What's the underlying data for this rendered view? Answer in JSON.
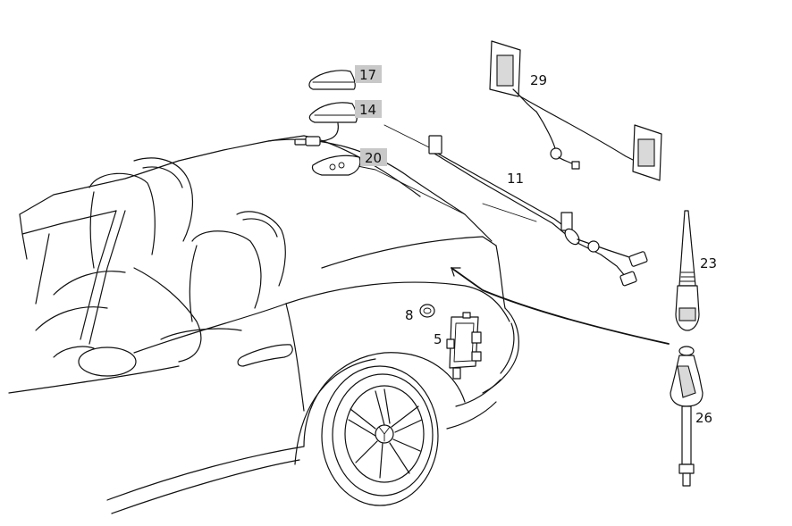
{
  "callouts": {
    "c17": "17",
    "c14": "14",
    "c20": "20",
    "c29": "29",
    "c11": "11",
    "c23": "23",
    "c8": "8",
    "c5": "5",
    "c26": "26"
  },
  "highlight_color": "#c8c8c8",
  "line_color": "#111111"
}
